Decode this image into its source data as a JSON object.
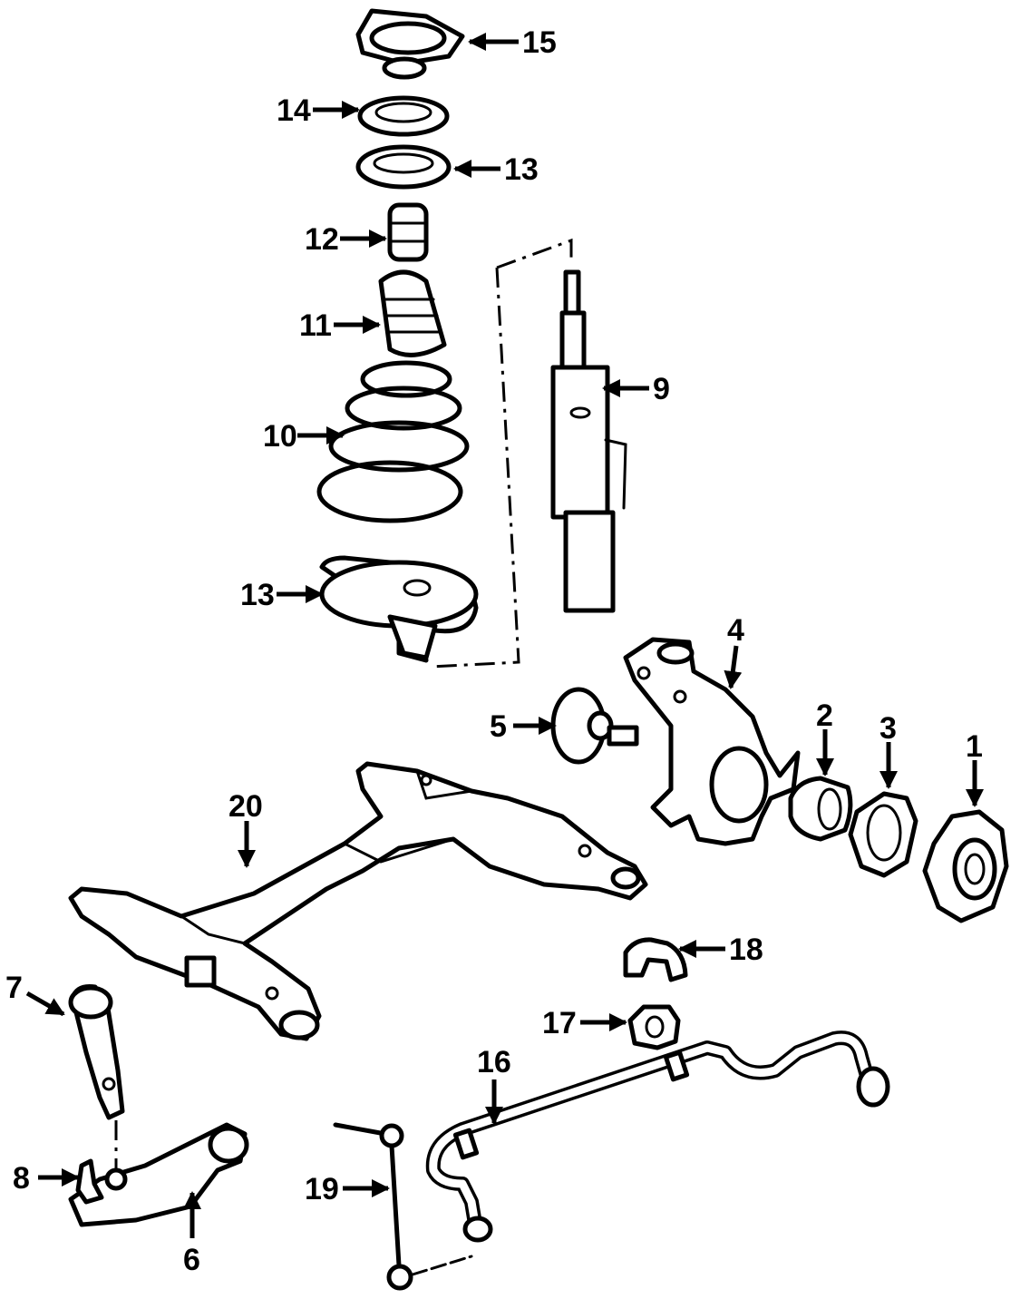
{
  "callouts": [
    {
      "id": "15",
      "text": "15"
    },
    {
      "id": "14",
      "text": "14"
    },
    {
      "id": "13a",
      "text": "13"
    },
    {
      "id": "12",
      "text": "12"
    },
    {
      "id": "11",
      "text": "11"
    },
    {
      "id": "10",
      "text": "10"
    },
    {
      "id": "9",
      "text": "9"
    },
    {
      "id": "13b",
      "text": "13"
    },
    {
      "id": "4",
      "text": "4"
    },
    {
      "id": "5",
      "text": "5"
    },
    {
      "id": "2",
      "text": "2"
    },
    {
      "id": "3",
      "text": "3"
    },
    {
      "id": "1",
      "text": "1"
    },
    {
      "id": "20",
      "text": "20"
    },
    {
      "id": "18",
      "text": "18"
    },
    {
      "id": "7",
      "text": "7"
    },
    {
      "id": "17",
      "text": "17"
    },
    {
      "id": "16",
      "text": "16"
    },
    {
      "id": "8",
      "text": "8"
    },
    {
      "id": "19",
      "text": "19"
    },
    {
      "id": "6",
      "text": "6"
    }
  ],
  "colors": {
    "ink": "#000000",
    "paper": "#ffffff"
  }
}
